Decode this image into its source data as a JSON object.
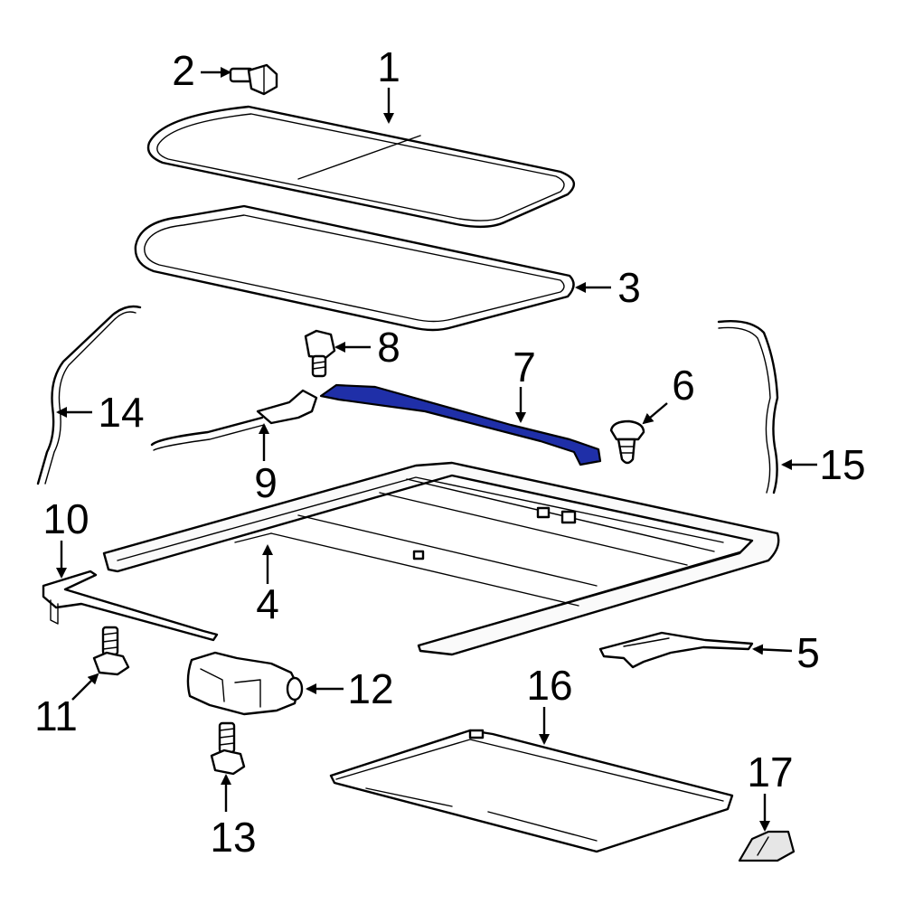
{
  "colors": {
    "line": "#000000",
    "highlight": "#1f2fa8",
    "background": "#ffffff"
  },
  "callouts": [
    {
      "id": "1",
      "label": "1"
    },
    {
      "id": "2",
      "label": "2"
    },
    {
      "id": "3",
      "label": "3"
    },
    {
      "id": "4",
      "label": "4"
    },
    {
      "id": "5",
      "label": "5"
    },
    {
      "id": "6",
      "label": "6"
    },
    {
      "id": "7",
      "label": "7"
    },
    {
      "id": "8",
      "label": "8"
    },
    {
      "id": "9",
      "label": "9"
    },
    {
      "id": "10",
      "label": "10"
    },
    {
      "id": "11",
      "label": "11"
    },
    {
      "id": "12",
      "label": "12"
    },
    {
      "id": "13",
      "label": "13"
    },
    {
      "id": "14",
      "label": "14"
    },
    {
      "id": "15",
      "label": "15"
    },
    {
      "id": "16",
      "label": "16"
    },
    {
      "id": "17",
      "label": "17"
    }
  ],
  "highlighted_part": "7"
}
